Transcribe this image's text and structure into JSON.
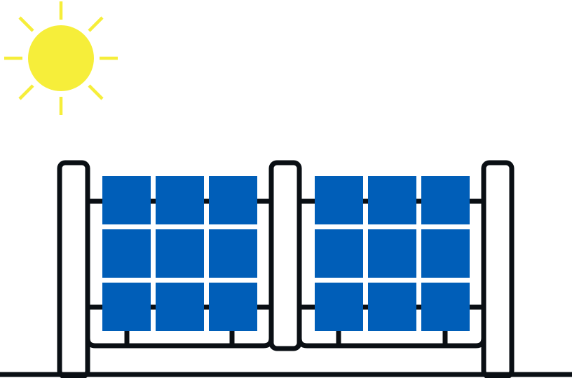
{
  "illustration": {
    "sun_icon": "sun-icon",
    "solar_panel_icon": "solar-panel-icon",
    "panel_count": 2,
    "panel_grid": [
      3,
      3
    ],
    "colors": {
      "sun": "#F6EE3A",
      "panel": "#005EB8",
      "frame": "#0A0F14",
      "background": "#FFFFFF"
    }
  }
}
